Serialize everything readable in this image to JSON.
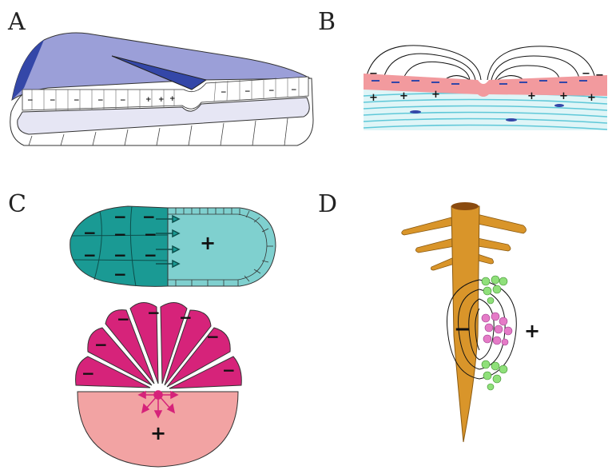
{
  "panels": {
    "a": {
      "label": "A"
    },
    "b": {
      "label": "B"
    },
    "c": {
      "label": "C"
    },
    "d": {
      "label": "D"
    }
  },
  "signs": {
    "minus": "−",
    "plus": "+"
  },
  "colors": {
    "violet": "#9b9fd8",
    "dark_blue": "#3447a8",
    "pale_lavender": "#e6e6f4",
    "pink_layer": "#f29a9e",
    "cyan_lines": "#5fc8d8",
    "teal": "#1a9a94",
    "light_teal": "#7fd0cf",
    "magenta": "#d6237a",
    "salmon": "#f2a3a3",
    "root_brown": "#d9952a",
    "green_cells": "#8fe07a",
    "pink_cells": "#e57bc7"
  }
}
